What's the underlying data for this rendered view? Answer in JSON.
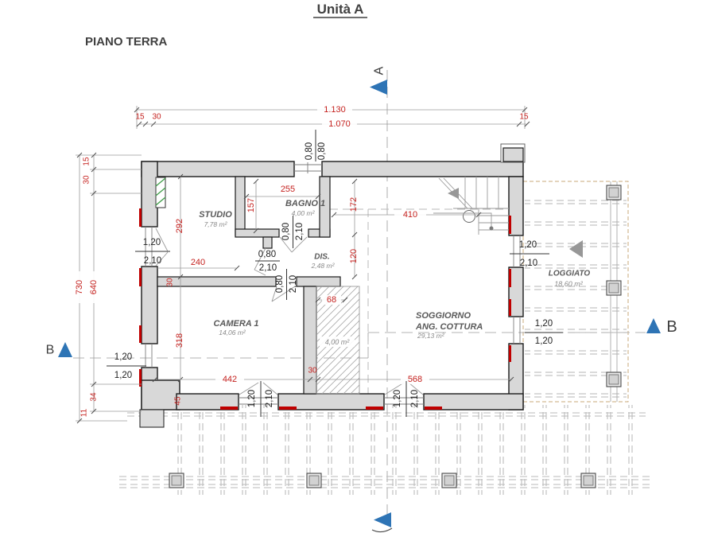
{
  "title": "Unità A",
  "subtitle": "PIANO TERRA",
  "sections": {
    "a": "A",
    "b": "B"
  },
  "rooms": {
    "studio": {
      "name": "STUDIO",
      "area": "7,78 m²"
    },
    "bagno": {
      "name": "BAGNO 1",
      "area": "4,00 m²"
    },
    "dis": {
      "name": "DIS.",
      "area": "2,48 m²"
    },
    "camera": {
      "name": "CAMERA 1",
      "area": "14,06 m²"
    },
    "soggiorno": {
      "name": "SOGGIORNO",
      "name2": "ANG. COTTURA",
      "area": "29,13 m²"
    },
    "loggiato": {
      "name": "LOGGIATO",
      "area": "18,60 m²"
    },
    "shaft": {
      "area": "4,00 m²"
    }
  },
  "dims": {
    "total_w": "1.130",
    "inner_w": "1.070",
    "top_left_a": "15",
    "top_left_b": "30",
    "top_right": "15",
    "left_a": "15",
    "left_b": "30",
    "left_total": "730",
    "left_inner": "640",
    "left_c": "34",
    "left_d": "11",
    "bagno_w": "255",
    "bagno_h": "157",
    "studio_h": "292",
    "studio_w": "240",
    "wall_30a": "30",
    "hall_w": "410",
    "hall_h1": "172",
    "hall_h2": "120",
    "shaft_w": "68",
    "camera_h": "318",
    "camera_w": "442",
    "wall_30b": "30",
    "sogg_w": "568",
    "wall_45": "45"
  },
  "openings": {
    "win_top": {
      "w": "0,80",
      "h": "0,80"
    },
    "win_left_up": {
      "w": "1,20",
      "h": "2,10"
    },
    "win_left_low": {
      "w": "1,20",
      "h": "1,20"
    },
    "door_studio": {
      "w": "0,80",
      "h": "2,10"
    },
    "door_bagno": {
      "w": "0,80",
      "h": "2,10"
    },
    "door_camera": {
      "w": "0,80",
      "h": "2,10"
    },
    "win_right_up": {
      "w": "1,20",
      "h": "2,10"
    },
    "win_right_low": {
      "w": "1,20",
      "h": "1,20"
    },
    "win_bottom_l": {
      "w": "1,20",
      "h": "2,10"
    },
    "win_bottom_r": {
      "w": "1,20",
      "h": "2,10"
    }
  },
  "colors": {
    "dimension_red": "#c5221f",
    "section_blue": "#2e74b5",
    "wall_fill": "#d8d8d8",
    "wall_stroke": "#1b1b1b",
    "label_gray": "#595959",
    "sill_red": "#c00000",
    "flue_green": "#44a04c",
    "loggia_border_tan": "#c8a87a"
  }
}
